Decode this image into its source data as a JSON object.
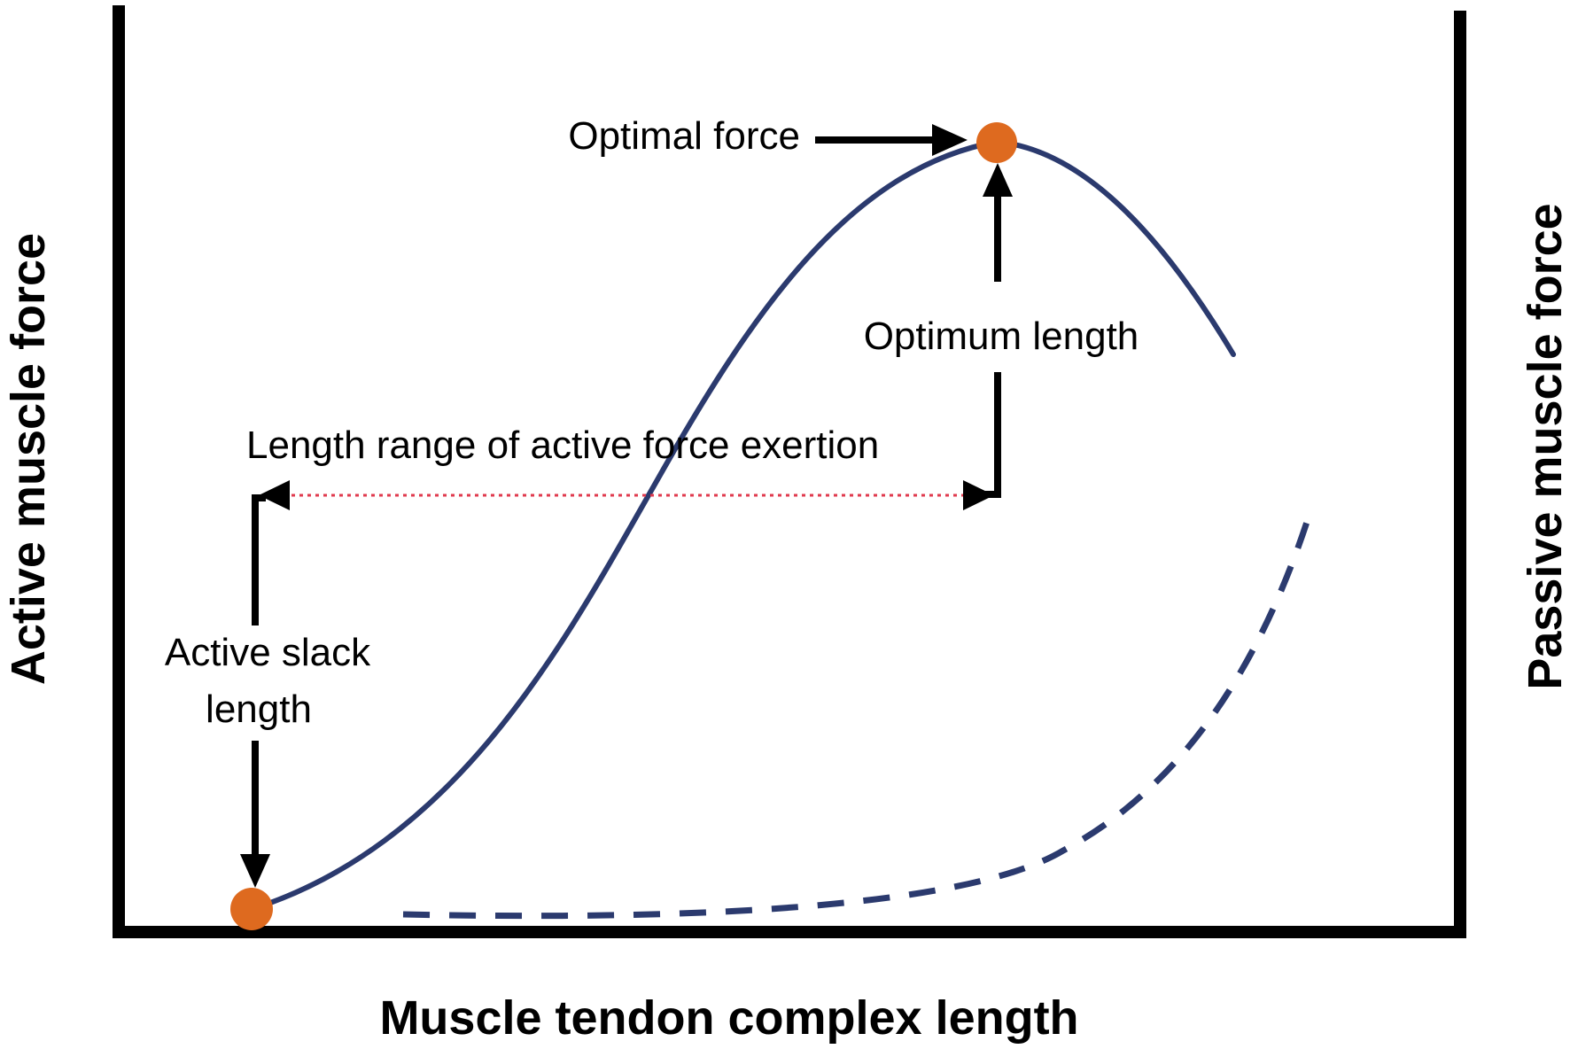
{
  "labels": {
    "left_axis": "Active muscle force",
    "right_axis": "Passive muscle force",
    "bottom_axis": "Muscle tendon complex length",
    "optimal_force": "Optimal force",
    "optimum_length": "Optimum length",
    "length_range": "Length range of active force exertion",
    "active_slack_line1": "Active slack",
    "active_slack_line2": "length"
  },
  "colors": {
    "active_curve": "#2B3A6E",
    "passive_curve": "#2B3A6E",
    "marker": "#DE6A1F",
    "range_line": "#E03A4E",
    "frame": "#000000",
    "arrow": "#000000"
  }
}
